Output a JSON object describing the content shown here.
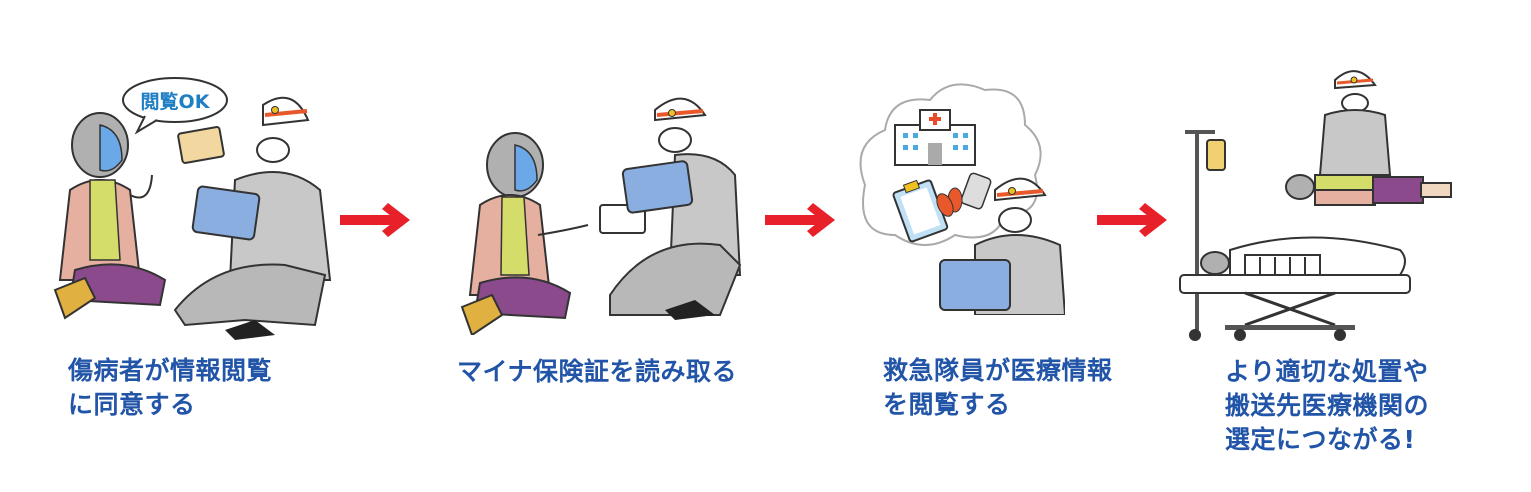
{
  "steps": [
    {
      "id": 1,
      "caption": "傷病者が情報閲覧\nに同意する",
      "speech_bubble": "閲覧OK",
      "illustration": "patient-consents-to-paramedic"
    },
    {
      "id": 2,
      "caption": "マイナ保険証を読み取る",
      "illustration": "paramedic-reads-insurance-card"
    },
    {
      "id": 3,
      "caption": "救急隊員が医療情報\nを閲覧する",
      "illustration": "paramedic-views-medical-info"
    },
    {
      "id": 4,
      "caption": "より適切な処置や\n搬送先医療機関の\n選定につながる!",
      "illustration": "treatment-and-transport"
    }
  ],
  "arrows": [
    {
      "icon": "right-arrow-icon"
    },
    {
      "icon": "right-arrow-icon"
    },
    {
      "icon": "right-arrow-icon"
    }
  ],
  "colors": {
    "caption_text": "#2255a8",
    "arrow": "#e8202a",
    "bubble_text": "#1f7fc4",
    "helmet_stripe": "#e8582a",
    "uniform": "#c8c8c8",
    "tablet": "#8aaee0",
    "jacket": "#e6b0a0",
    "skirt": "#8a4a8c",
    "shirt": "#d4dc6a"
  }
}
